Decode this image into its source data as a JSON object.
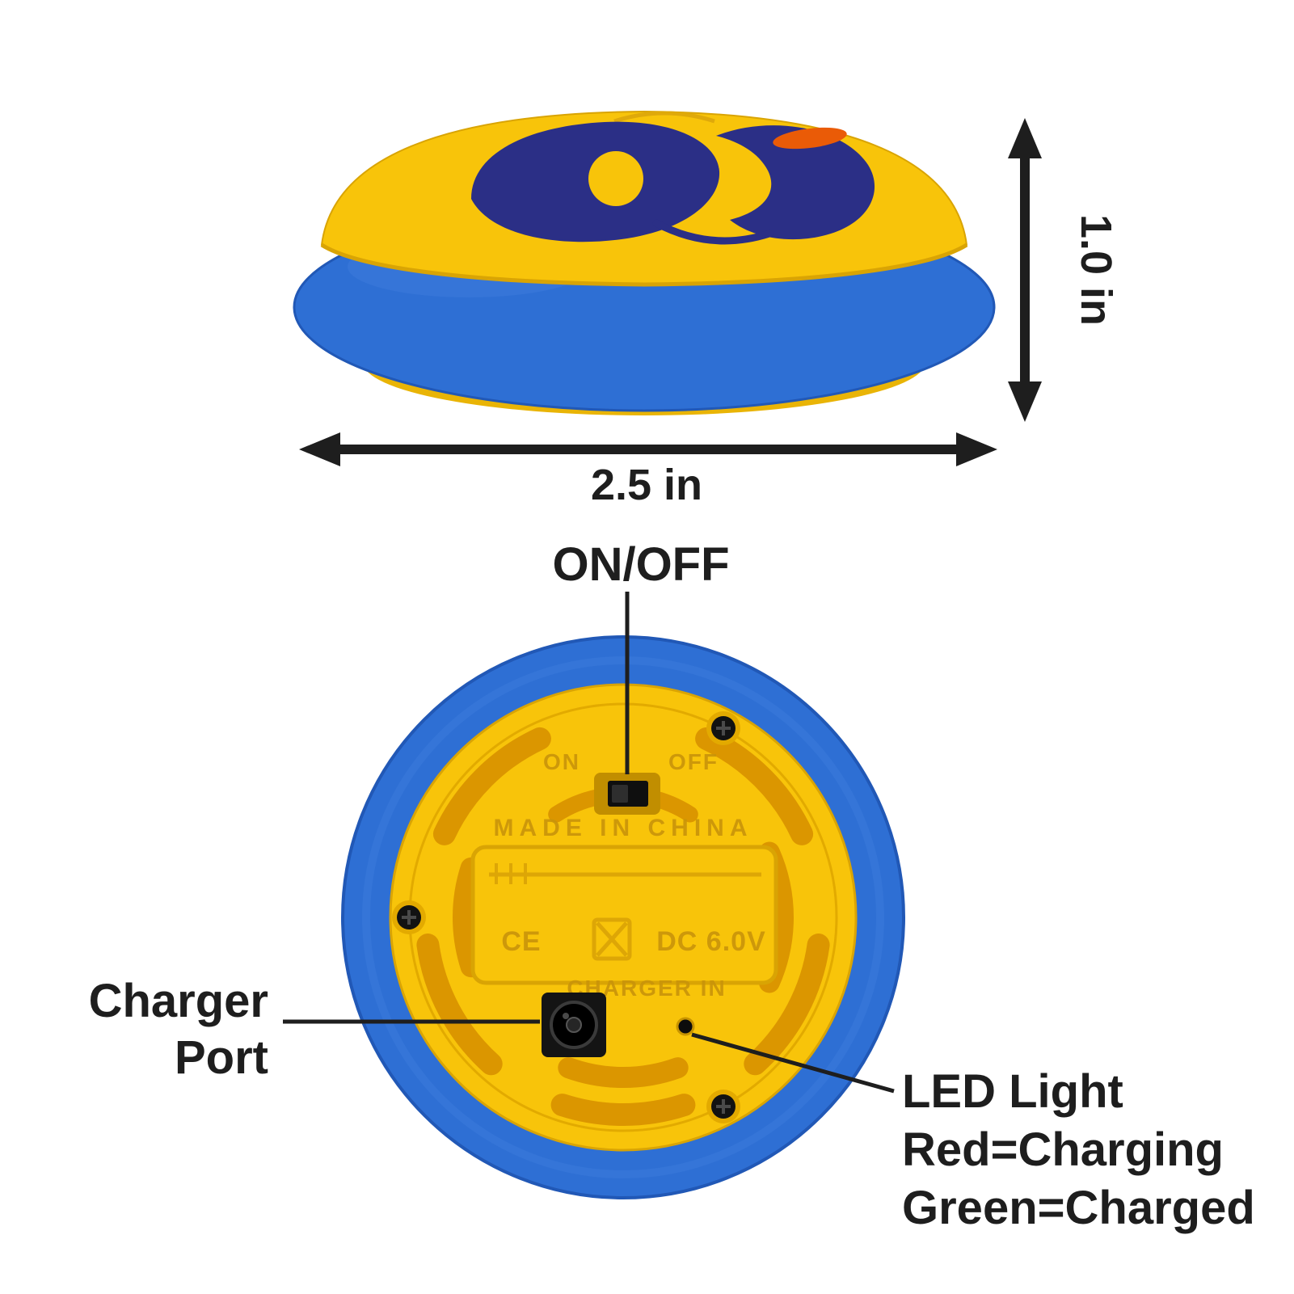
{
  "annotations": {
    "height_label": "1.0 in",
    "width_label": "2.5 in",
    "power_label": "ON/OFF",
    "charger_word1": "Charger",
    "charger_word2": "Port",
    "led_title": "LED Light",
    "led_red": "Red=Charging",
    "led_green": "Green=Charged"
  },
  "embossed": {
    "on": "ON",
    "off": "OFF",
    "made_in": "MADE IN CHINA",
    "charger_in": "CHARGER IN",
    "ce_mark": "CE",
    "voltage": "DC 6.0V"
  },
  "colors": {
    "shell_yellow": "#F8C40A",
    "base_yellow": "#E9B406",
    "foam_blue": "#2E6FD4",
    "navy": "#2B2F86",
    "orange": "#EA5B07",
    "vent_amber": "#DB9600",
    "ink": "#1E1E1E"
  }
}
